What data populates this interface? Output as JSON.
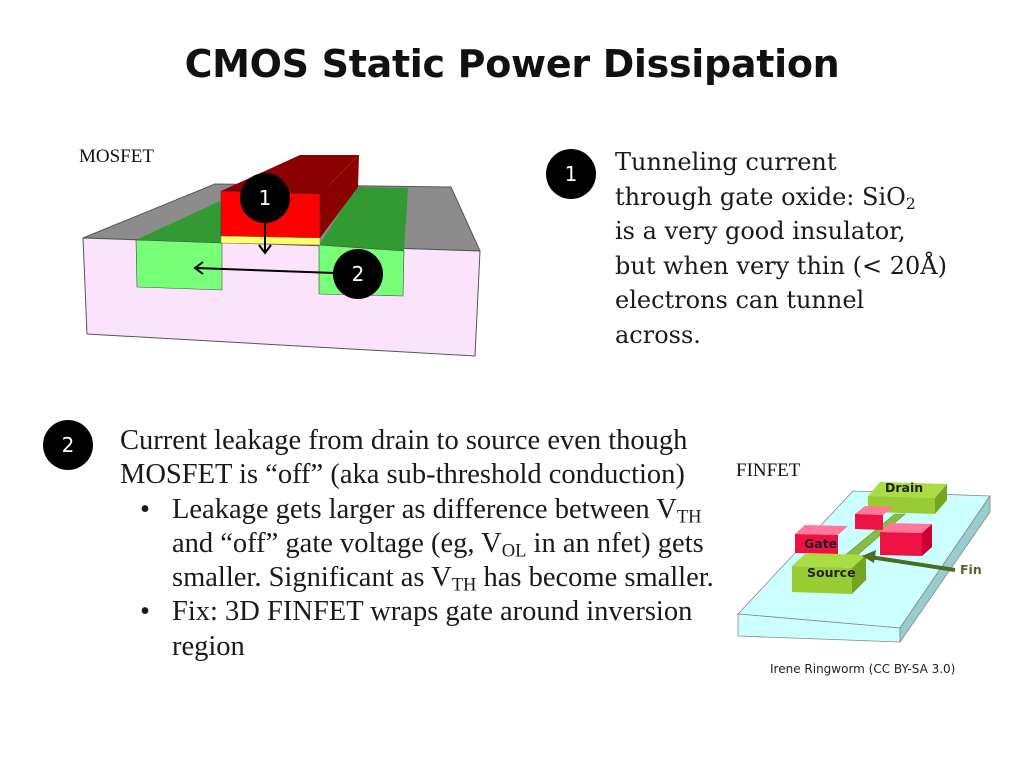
{
  "slide": {
    "title": "CMOS Static Power Dissipation"
  },
  "mosfet": {
    "label": "MOSFET",
    "marker1": "1",
    "marker2": "2",
    "colors": {
      "substrate": "#fbe4fb",
      "substrate_top": "#8c8c8c",
      "diffusion_front": "#77ff77",
      "diffusion_top": "#339933",
      "gate_front": "#ff0000",
      "gate_top": "#8b0000",
      "oxide": "#ffff66"
    }
  },
  "item1": {
    "marker": "1",
    "lines": [
      "Tunneling current",
      "through gate oxide: SiO",
      "is a very good insulator,",
      "but when very thin (< 20Å)",
      "electrons can tunnel",
      "across."
    ],
    "sio2_sub": "2"
  },
  "item2": {
    "marker": "2",
    "intro": "Current leakage from drain to source even though MOSFET is “off” (aka sub-threshold conduction)",
    "bullets": [
      {
        "parts": [
          {
            "t": "Leakage gets larger as difference between V"
          },
          {
            "sub": "TH"
          },
          {
            "t": " and “off” gate voltage (eg, V"
          },
          {
            "sub": "OL"
          },
          {
            "t": " in an nfet) gets smaller. Significant as V"
          },
          {
            "sub": "TH"
          },
          {
            "t": " has become smaller."
          }
        ]
      },
      {
        "parts": [
          {
            "t": "Fix: 3D FINFET wraps gate around inversion region"
          }
        ]
      }
    ],
    "bullet_glyph": "•"
  },
  "finfet": {
    "label": "FINFET",
    "labels": {
      "drain": "Drain",
      "gate": "Gate",
      "source": "Source",
      "fin": "Fin"
    },
    "attribution": "Irene Ringworm (CC BY-SA 3.0)",
    "colors": {
      "base_top": "#ccffff",
      "base_side": "#99cccc",
      "green": "#99cc33",
      "green_dark": "#77a322",
      "red": "#ee1144",
      "red_top": "#ff7799",
      "fin_arrow": "#4d6b22"
    }
  }
}
